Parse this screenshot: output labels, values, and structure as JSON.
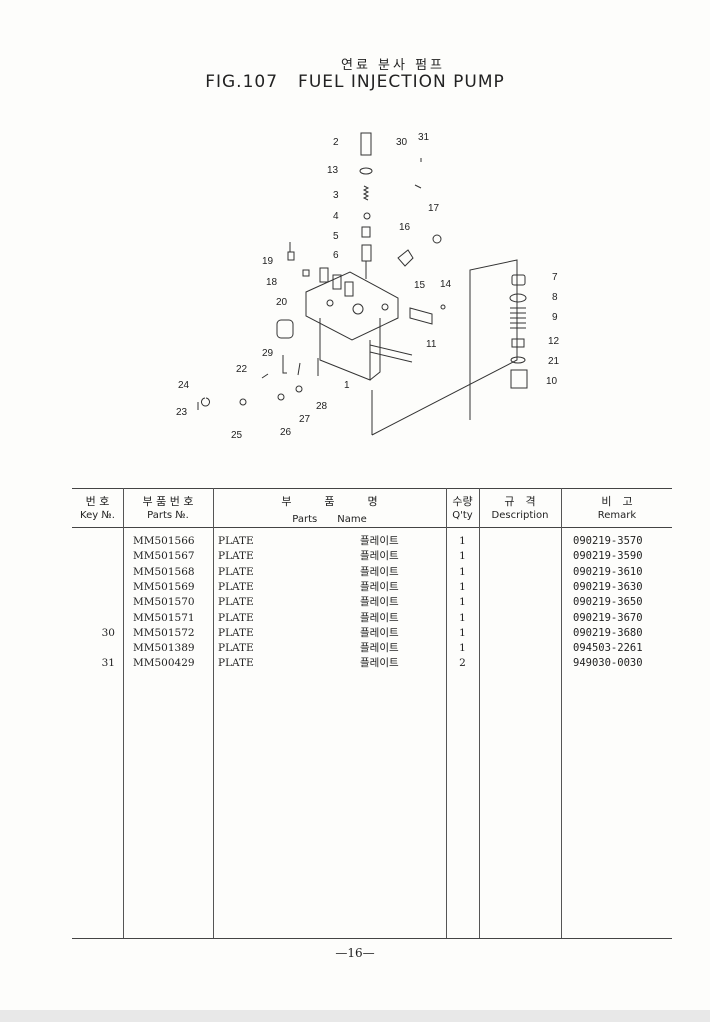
{
  "title": {
    "korean": "연료 분사 펌프",
    "fig": "FIG.107",
    "english": "FUEL INJECTION PUMP"
  },
  "callouts": [
    "1",
    "2",
    "3",
    "4",
    "5",
    "6",
    "7",
    "8",
    "9",
    "10",
    "11",
    "12",
    "13",
    "14",
    "15",
    "16",
    "17",
    "18",
    "19",
    "20",
    "21",
    "22",
    "23",
    "24",
    "25",
    "26",
    "27",
    "28",
    "29",
    "30",
    "31"
  ],
  "table": {
    "headers": [
      {
        "ko": "번 호",
        "en": "Key №."
      },
      {
        "ko": "부 품 번 호",
        "en": "Parts №."
      },
      {
        "ko": "부　　　품　　　명",
        "en": "Parts　　Name"
      },
      {
        "ko": "수량",
        "en": "Q'ty"
      },
      {
        "ko": "규　격",
        "en": "Description"
      },
      {
        "ko": "비　고",
        "en": "Remark"
      }
    ],
    "rows": [
      {
        "key": "",
        "part": "MM501566",
        "name": "PLATE",
        "name_ko": "플레이트",
        "qty": "1",
        "desc": "",
        "remark": "090219-3570"
      },
      {
        "key": "",
        "part": "MM501567",
        "name": "PLATE",
        "name_ko": "플레이트",
        "qty": "1",
        "desc": "",
        "remark": "090219-3590"
      },
      {
        "key": "",
        "part": "MM501568",
        "name": "PLATE",
        "name_ko": "플레이트",
        "qty": "1",
        "desc": "",
        "remark": "090219-3610"
      },
      {
        "key": "",
        "part": "MM501569",
        "name": "PLATE",
        "name_ko": "플레이트",
        "qty": "1",
        "desc": "",
        "remark": "090219-3630"
      },
      {
        "key": "",
        "part": "MM501570",
        "name": "PLATE",
        "name_ko": "플레이트",
        "qty": "1",
        "desc": "",
        "remark": "090219-3650"
      },
      {
        "key": "",
        "part": "MM501571",
        "name": "PLATE",
        "name_ko": "플레이트",
        "qty": "1",
        "desc": "",
        "remark": "090219-3670"
      },
      {
        "key": "30",
        "part": "MM501572",
        "name": "PLATE",
        "name_ko": "플레이트",
        "qty": "1",
        "desc": "",
        "remark": "090219-3680"
      },
      {
        "key": "",
        "part": "MM501389",
        "name": "PLATE",
        "name_ko": "플레이트",
        "qty": "1",
        "desc": "",
        "remark": "094503-2261"
      },
      {
        "key": "31",
        "part": "MM500429",
        "name": "PLATE",
        "name_ko": "플레이트",
        "qty": "2",
        "desc": "",
        "remark": "949030-0030"
      }
    ]
  },
  "page_number": "—16—"
}
